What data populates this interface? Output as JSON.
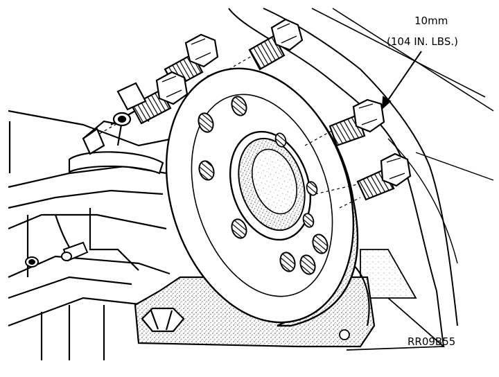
{
  "callout": {
    "size": "10mm",
    "torque": "(104 IN. LBS.)"
  },
  "figure_code": "RR09B55",
  "colors": {
    "ink": "#000000",
    "paper": "#ffffff",
    "stipple": "#8a8a8a"
  }
}
